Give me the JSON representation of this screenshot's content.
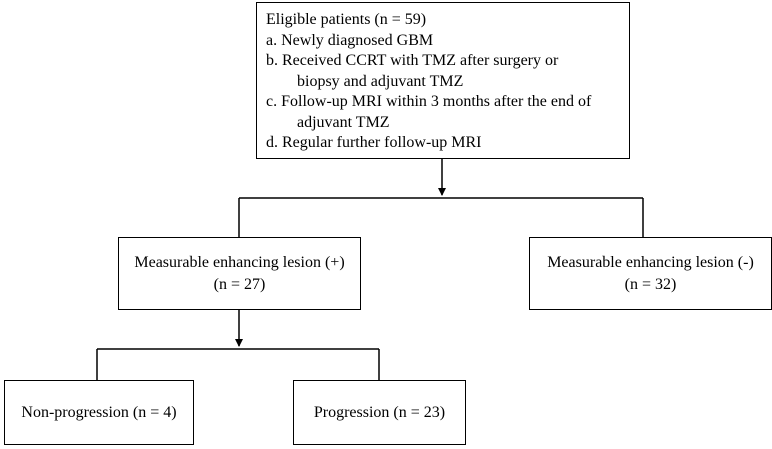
{
  "eligible": {
    "title": "Eligible patients (n = 59)",
    "criteria": [
      "a. Newly diagnosed GBM",
      "b. Received CCRT with TMZ after surgery  or",
      "biopsy and adjuvant TMZ",
      "c. Follow-up MRI within 3 months  after the end of",
      "adjuvant TMZ",
      "d. Regular further follow-up MRI"
    ]
  },
  "measurable_positive": {
    "label": "Measurable enhancing lesion (+)",
    "count": "(n = 27)"
  },
  "measurable_negative": {
    "label": "Measurable enhancing lesion (-)",
    "count": "(n = 32)"
  },
  "non_progression": {
    "label": "Non-progression (n = 4)"
  },
  "progression": {
    "label": "Progression (n = 23)"
  },
  "colors": {
    "line": "#000000",
    "box_border": "#000000",
    "background": "#ffffff"
  }
}
